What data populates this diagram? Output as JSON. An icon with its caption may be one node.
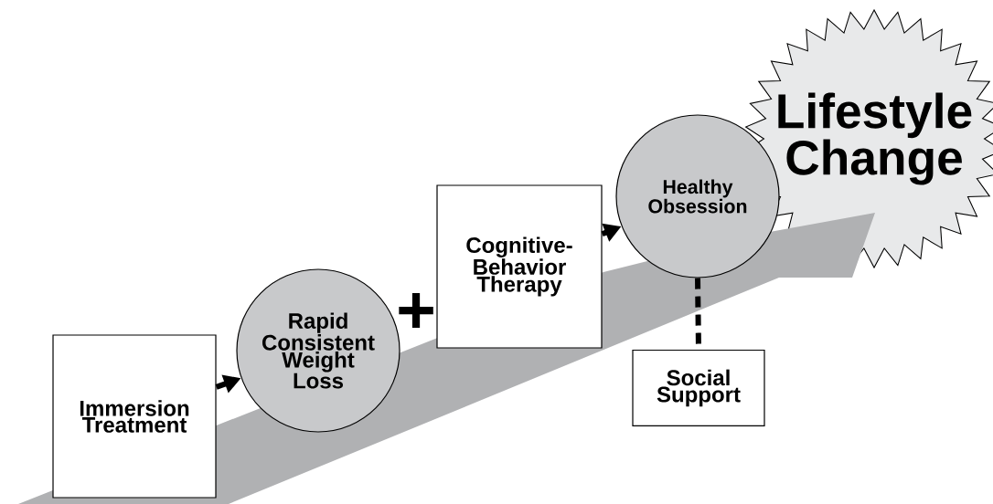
{
  "diagram": {
    "nodes": [
      {
        "text": [
          "Immersion Treatment"
        ]
      },
      {
        "text": [
          "Rapid Consistent Weight Loss"
        ]
      },
      {
        "text": [
          "Cognitive-Behavior Therapy"
        ]
      },
      {
        "text": [
          "Healthy Obsession"
        ]
      },
      {
        "text": [
          "Social Support"
        ]
      },
      {
        "text": [
          "Lifestyle Change"
        ]
      }
    ],
    "edges": [
      {
        "from": 0,
        "to": 1,
        "arrow": "to"
      },
      {
        "from": 2,
        "to": 3,
        "arrow": "to"
      },
      {
        "from": 3,
        "to": 4,
        "arrow": "none",
        "style": "dashed"
      }
    ],
    "labels": [
      "+"
    ]
  }
}
